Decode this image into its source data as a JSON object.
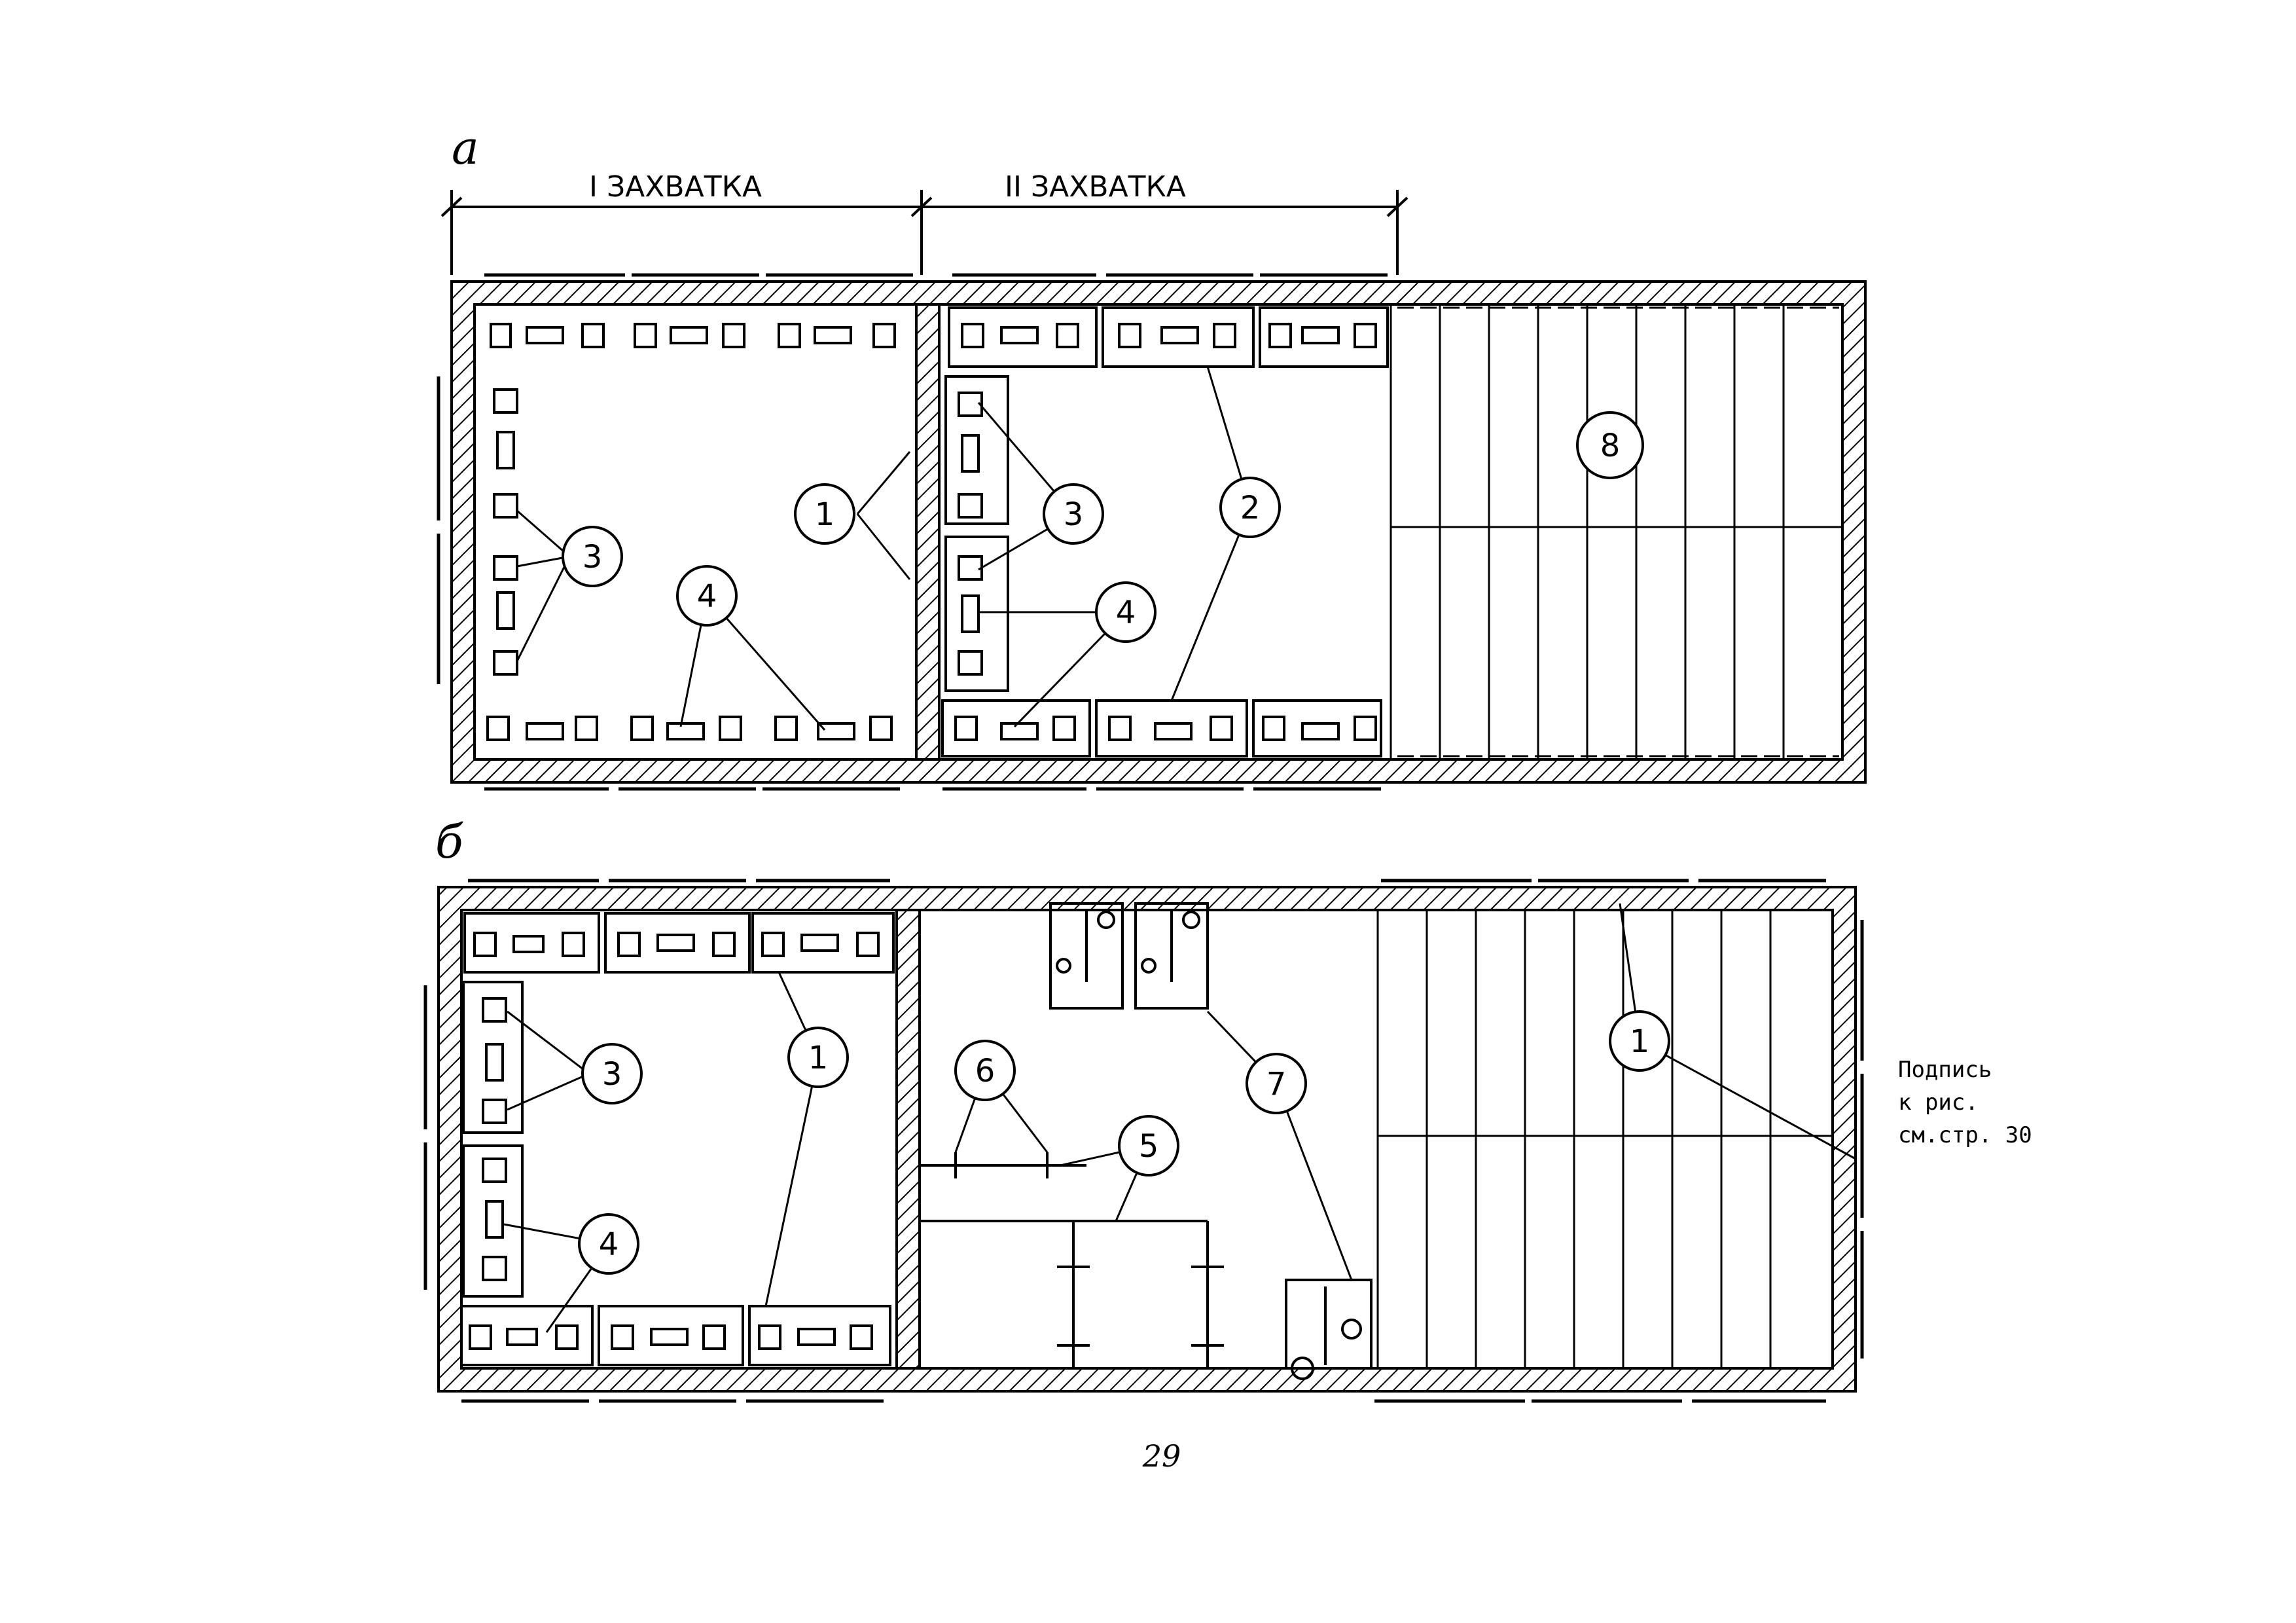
{
  "figure_a": {
    "label": "а",
    "zone1": "I ЗАХВАТКА",
    "zone2": "II ЗАХВАТКА"
  },
  "figure_b": {
    "label": "б"
  },
  "callouts": {
    "a": [
      "1",
      "2",
      "3",
      "3",
      "4",
      "4",
      "8"
    ],
    "b": [
      "1",
      "1",
      "3",
      "4",
      "5",
      "6",
      "7"
    ]
  },
  "side_note": {
    "line1": "Подпись",
    "line2": "к рис.",
    "line3": "см.стр. 30"
  },
  "page_number": "29"
}
